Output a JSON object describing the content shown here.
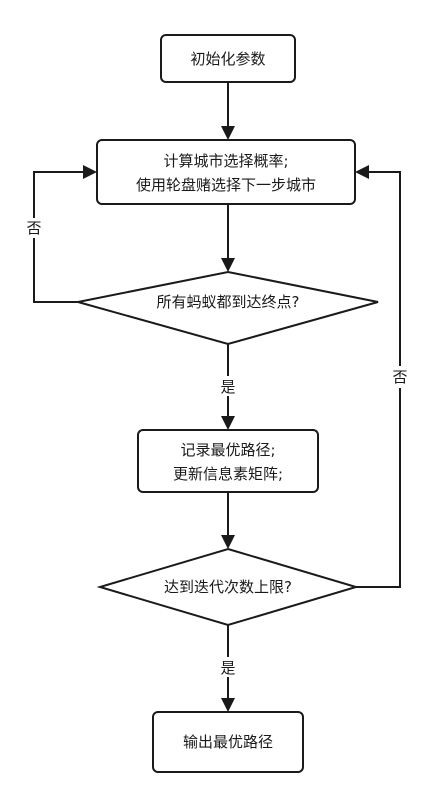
{
  "nodes": {
    "init": "初始化参数",
    "calc_line1": "计算城市选择概率;",
    "calc_line2": "使用轮盘赌选择下一步城市",
    "check_all": "所有蚂蚁都到达终点?",
    "record_line1": "记录最优路径;",
    "record_line2": "更新信息素矩阵;",
    "check_max": "达到迭代次数上限?",
    "output": "输出最优路径"
  },
  "edges": {
    "all_no": "否",
    "all_yes": "是",
    "max_no": "否",
    "max_yes": "是"
  }
}
